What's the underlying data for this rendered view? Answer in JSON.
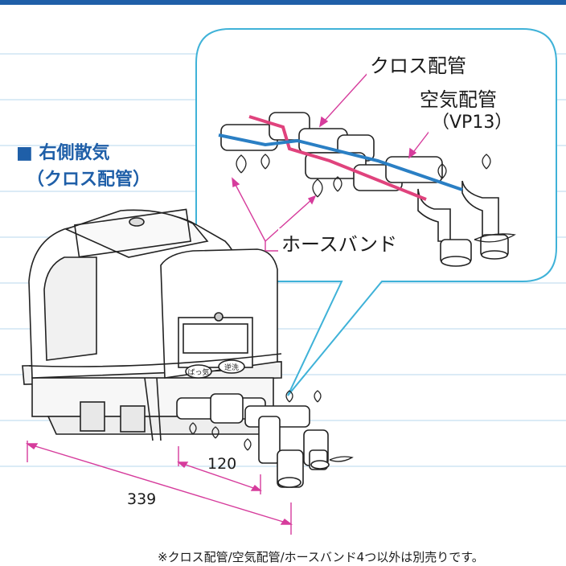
{
  "section_title": {
    "marker": "■",
    "line1": "右側散気",
    "line2": "（クロス配管）"
  },
  "callouts": {
    "cross_pipe": "クロス配管",
    "air_pipe": "空気配管",
    "air_pipe_spec": "（VP13）",
    "hose_band": "ホースバンド"
  },
  "dimensions": {
    "outlet_width": "120",
    "total_width": "339"
  },
  "footnote": "※クロス配管/空気配管/ホースバンド4つ以外は別売りです。",
  "colors": {
    "header_bar": "#1f5fa8",
    "title_blue": "#1f5fa8",
    "guide_lines": "#c5dff0",
    "balloon_border": "#3fb2d8",
    "leader_magenta": "#d63c9c",
    "cross_pipe_magenta": "#e0437d",
    "air_pipe_blue": "#2a7fc4"
  },
  "panel_buttons": {
    "left": "ばっ気",
    "right": "逆洗"
  }
}
